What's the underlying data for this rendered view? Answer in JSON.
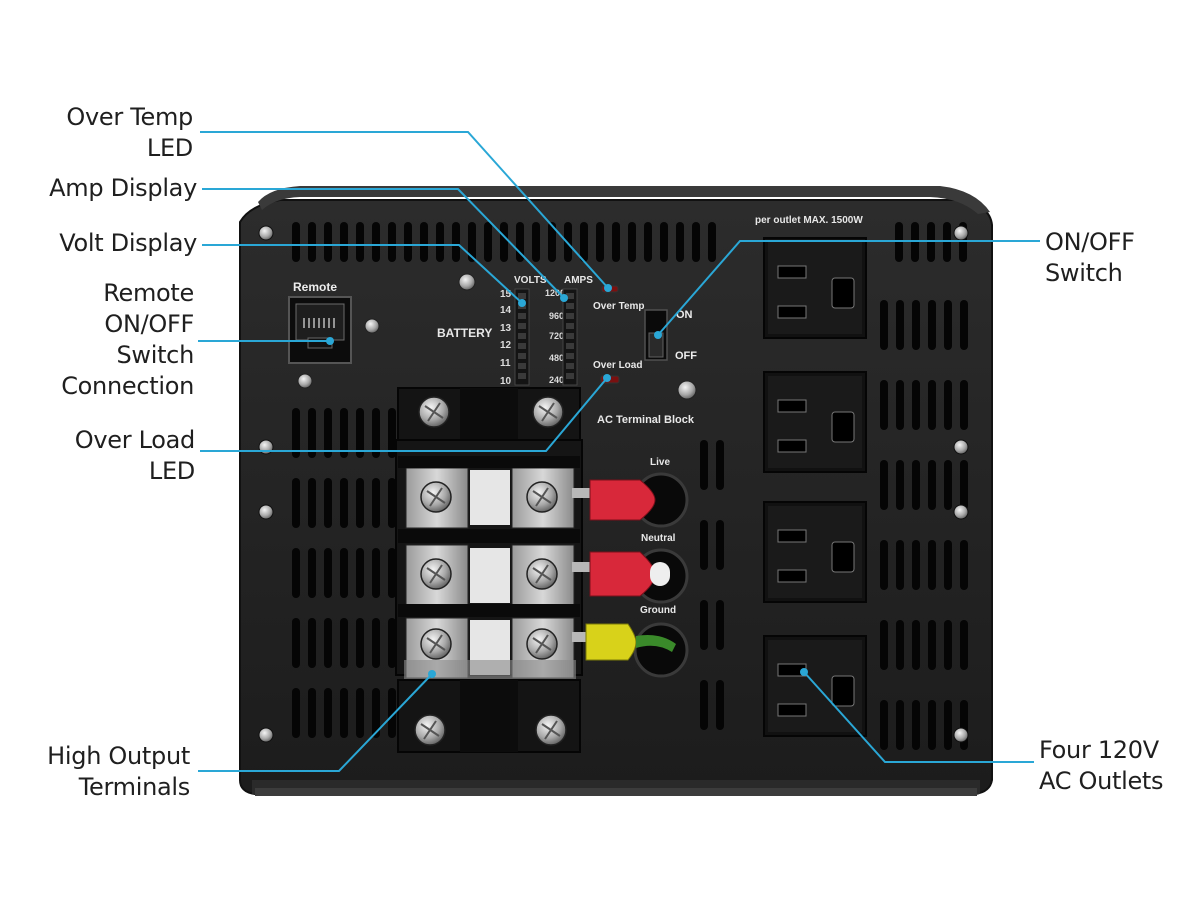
{
  "callouts": {
    "over_temp_led": [
      "Over Temp",
      "LED"
    ],
    "amp_display": [
      "Amp Display"
    ],
    "volt_display": [
      "Volt Display"
    ],
    "remote_connection": [
      "Remote",
      "ON/OFF",
      "Switch",
      "Connection"
    ],
    "over_load_led": [
      "Over Load",
      "LED"
    ],
    "high_output_terminals": [
      "High Output",
      "Terminals"
    ],
    "on_off_switch": [
      "ON/OFF",
      "Switch"
    ],
    "ac_outlets": [
      "Four 120V",
      "AC Outlets"
    ]
  },
  "panel": {
    "outlet_rating": "per outlet MAX. 1500W",
    "remote_label": "Remote",
    "volts_label": "VOLTS",
    "amps_label": "AMPS",
    "battery_label": "BATTERY",
    "volt_ticks": [
      "15",
      "14",
      "13",
      "12",
      "11",
      "10"
    ],
    "amp_ticks": [
      "1200",
      "960",
      "720",
      "480",
      "240"
    ],
    "over_temp_label": "Over Temp",
    "over_load_label": "Over Load",
    "switch_on": "ON",
    "switch_off": "OFF",
    "ac_terminal_block": "AC Terminal Block",
    "wire_live": "Live",
    "wire_neutral": "Neutral",
    "wire_ground": "Ground"
  },
  "colors": {
    "leader_line": "#2aa7d6",
    "panel_body": "#232323",
    "vent_slot": "#050505",
    "wire_red": "#d8283a",
    "wire_yellow": "#d8d21a",
    "led_red": "#7a1010"
  }
}
